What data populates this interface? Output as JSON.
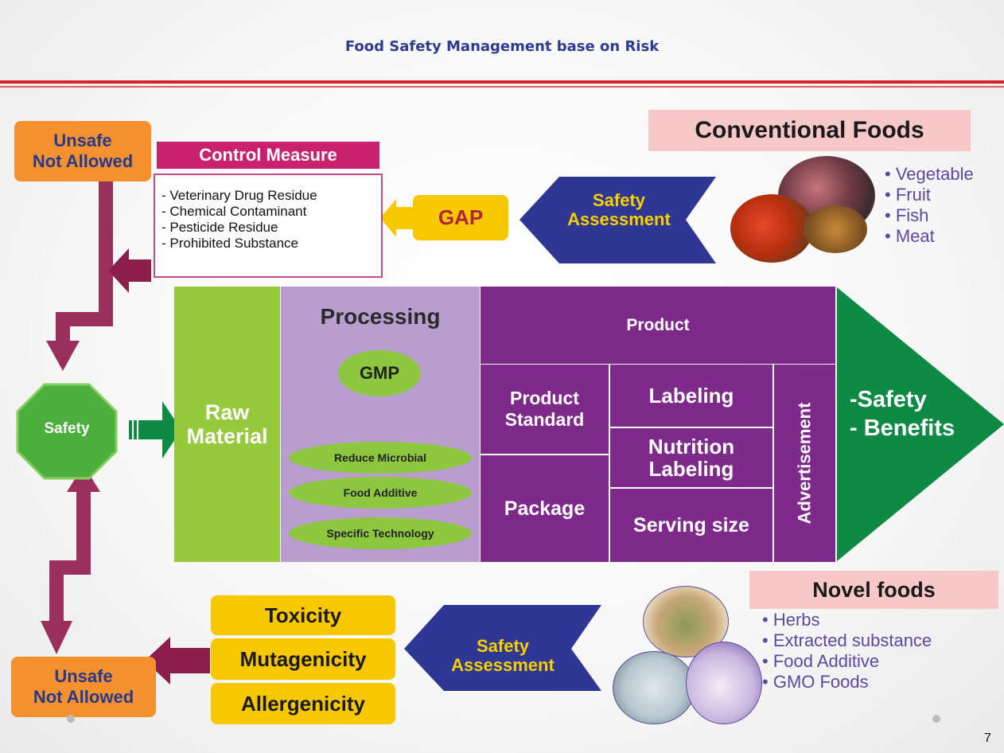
{
  "title": "Food Safety Management base on Risk",
  "unsafe_top": {
    "line1": "Unsafe",
    "line2": "Not Allowed"
  },
  "unsafe_bottom": {
    "line1": "Unsafe",
    "line2": "Not Allowed"
  },
  "control_measure": {
    "title": "Control Measure",
    "items": [
      "- Veterinary Drug Residue",
      "- Chemical Contaminant",
      "- Pesticide Residue",
      "- Prohibited Substance"
    ]
  },
  "gap_label": "GAP",
  "safety_assessment_top": {
    "line1": "Safety",
    "line2": "Assessment"
  },
  "safety_assessment_bottom": {
    "line1": "Safety",
    "line2": "Assessment"
  },
  "conventional_foods": {
    "title": "Conventional Foods",
    "items": [
      "Vegetable",
      "Fruit",
      "Fish",
      "Meat"
    ]
  },
  "novel_foods": {
    "title": "Novel foods",
    "items": [
      "Herbs",
      "Extracted substance",
      "Food Additive",
      "GMO Foods"
    ]
  },
  "safety_label": "Safety",
  "raw_material": {
    "line1": "Raw",
    "line2": "Material"
  },
  "processing": {
    "title": "Processing",
    "gmp": "GMP",
    "items": [
      "Reduce Microbial",
      "Food Additive",
      "Specific Technology"
    ]
  },
  "product": {
    "title": "Product",
    "standard": {
      "line1": "Product",
      "line2": "Standard"
    },
    "package": "Package",
    "labeling": "Labeling",
    "nutrition": {
      "line1": "Nutrition",
      "line2": "Labeling"
    },
    "serving_size": "Serving size",
    "advertisement": "Advertisement"
  },
  "outcome": {
    "line1": "-Safety",
    "line2": "- Benefits"
  },
  "tests": [
    "Toxicity",
    "Mutagenicity",
    "Allergenicity"
  ],
  "page_number": "7",
  "colors": {
    "title": "#2e3b8e",
    "red_rule": "#d32330",
    "purple": "#7e2a8a",
    "green": "#0f8a45",
    "orange": "#f4902e",
    "yellow": "#f7c800",
    "arrow_maroon": "#9b2f5c"
  }
}
